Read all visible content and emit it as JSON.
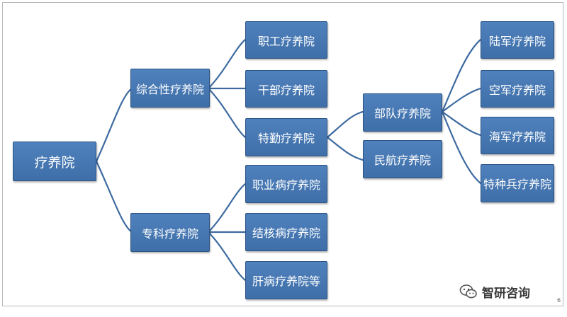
{
  "diagram": {
    "root": "疗养院",
    "level1": {
      "general": "综合性疗养院",
      "special": "专科疗养院"
    },
    "general_children": {
      "staff": "职工疗养院",
      "cadre": "干部疗养院",
      "special_duty": "特勤疗养院"
    },
    "special_children": {
      "occupational": "职业病疗养院",
      "tb": "结核病疗养院",
      "liver": "肝病疗养院等"
    },
    "duty_children": {
      "army_units": "部队疗养院",
      "aviation": "民航疗养院"
    },
    "army_children": {
      "ground": "陆军疗养院",
      "air": "空军疗养院",
      "navy": "海军疗养院",
      "special_forces": "特种兵疗养院"
    },
    "colors": {
      "node_fill": "#4f81bd",
      "node_border": "#2c5486",
      "connector": "#3d6aa0"
    }
  },
  "watermark": {
    "text": "智研咨询",
    "icon": "wechat-icon"
  },
  "corner_mark": "6"
}
